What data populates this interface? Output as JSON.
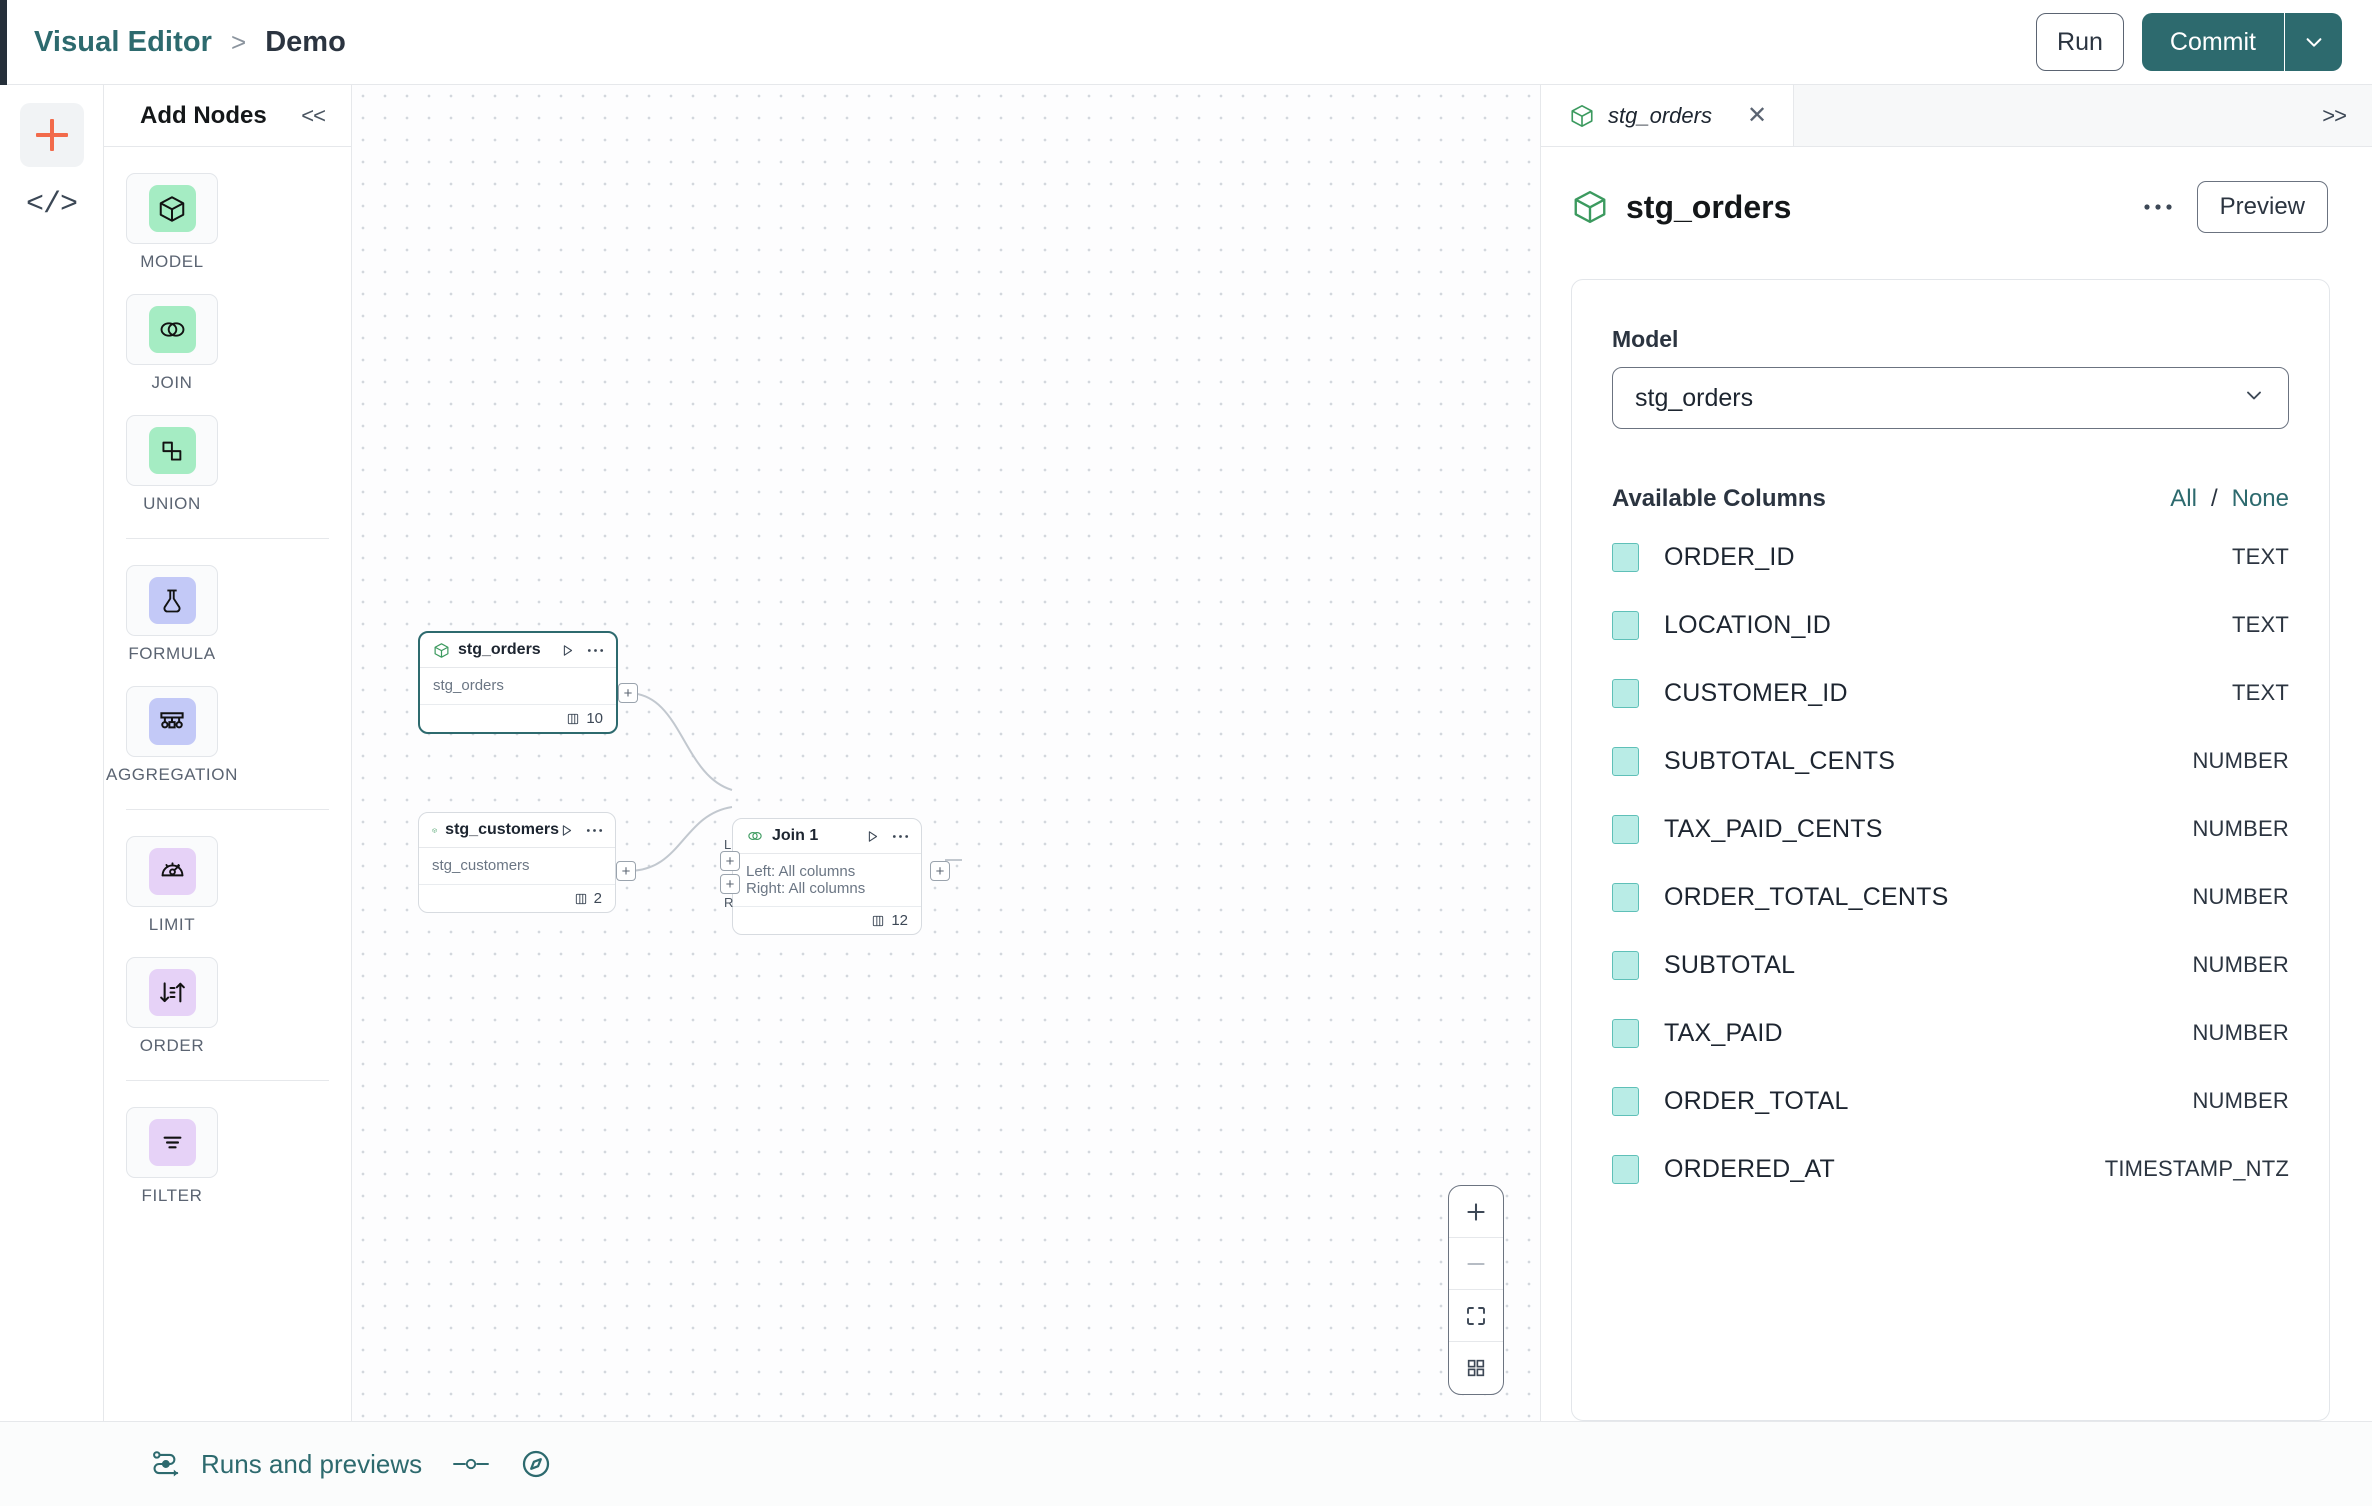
{
  "breadcrumb": {
    "root": "Visual Editor",
    "separator": ">",
    "leaf": "Demo"
  },
  "toolbar": {
    "run_label": "Run",
    "commit_label": "Commit",
    "caret_icon": "chevron-down-icon"
  },
  "rail": {
    "add_icon": "plus-icon",
    "code_icon": "code-brackets-icon"
  },
  "node_panel": {
    "title": "Add Nodes",
    "collapse_icon": "chevron-double-left-icon",
    "groups": [
      {
        "items": [
          {
            "label": "MODEL",
            "icon": "cube-icon",
            "color": "green"
          },
          {
            "label": "JOIN",
            "icon": "venn-circles-icon",
            "color": "green"
          },
          {
            "label": "UNION",
            "icon": "union-shapes-icon",
            "color": "green"
          }
        ]
      },
      {
        "items": [
          {
            "label": "FORMULA",
            "icon": "flask-icon",
            "color": "blue"
          },
          {
            "label": "AGGREGATION",
            "icon": "hierarchy-icon",
            "color": "blue"
          }
        ]
      },
      {
        "items": [
          {
            "label": "LIMIT",
            "icon": "gauge-icon",
            "color": "lilac"
          },
          {
            "label": "ORDER",
            "icon": "sort-arrows-icon",
            "color": "lilac"
          }
        ]
      },
      {
        "items": [
          {
            "label": "FILTER",
            "icon": "filter-lines-icon",
            "color": "lilac"
          }
        ]
      }
    ]
  },
  "canvas": {
    "nodes": [
      {
        "title": "stg_orders",
        "subtitle": "stg_orders",
        "count": "10",
        "selected": true,
        "icon": "cube-icon"
      },
      {
        "title": "stg_customers",
        "subtitle": "stg_customers",
        "count": "2",
        "selected": false,
        "icon": "cube-icon"
      },
      {
        "title": "Join 1",
        "left": "Left: All columns",
        "right": "Right: All columns",
        "count": "12",
        "selected": false,
        "icon": "venn-circles-icon"
      }
    ],
    "handles": {
      "left_label": "L",
      "right_label": "R",
      "plus": "+"
    },
    "zoom_controls": [
      {
        "name": "zoom-in-icon"
      },
      {
        "name": "zoom-out-icon"
      },
      {
        "name": "fit-view-icon"
      },
      {
        "name": "grid-toggle-icon"
      }
    ]
  },
  "right_panel": {
    "tab": {
      "label": "stg_orders",
      "icon": "cube-icon",
      "close_icon": "close-icon"
    },
    "expand_icon": "chevron-double-right-icon",
    "title": "stg_orders",
    "more_icon": "ellipsis-icon",
    "preview_label": "Preview",
    "model_field_label": "Model",
    "model_value": "stg_orders",
    "columns_title": "Available Columns",
    "select_all_label": "All",
    "select_sep": "/",
    "select_none_label": "None",
    "columns": [
      {
        "name": "ORDER_ID",
        "type": "TEXT",
        "checked": true
      },
      {
        "name": "LOCATION_ID",
        "type": "TEXT",
        "checked": true
      },
      {
        "name": "CUSTOMER_ID",
        "type": "TEXT",
        "checked": true
      },
      {
        "name": "SUBTOTAL_CENTS",
        "type": "NUMBER",
        "checked": true
      },
      {
        "name": "TAX_PAID_CENTS",
        "type": "NUMBER",
        "checked": true
      },
      {
        "name": "ORDER_TOTAL_CENTS",
        "type": "NUMBER",
        "checked": true
      },
      {
        "name": "SUBTOTAL",
        "type": "NUMBER",
        "checked": true
      },
      {
        "name": "TAX_PAID",
        "type": "NUMBER",
        "checked": true
      },
      {
        "name": "ORDER_TOTAL",
        "type": "NUMBER",
        "checked": true
      },
      {
        "name": "ORDERED_AT",
        "type": "TIMESTAMP_NTZ",
        "checked": true
      }
    ]
  },
  "bottom_bar": {
    "runs_label": "Runs and previews",
    "runs_icon": "pipeline-icon",
    "toggle_icon": "slider-toggle-icon",
    "compass_icon": "compass-icon"
  },
  "colors": {
    "accent": "#2d6a6e",
    "node_green": "#a5ecc3",
    "node_blue": "#c3c9f7",
    "node_lilac": "#e6d2f7",
    "plus_orange": "#f26a4b",
    "checkbox_fill": "#b9ece6"
  }
}
